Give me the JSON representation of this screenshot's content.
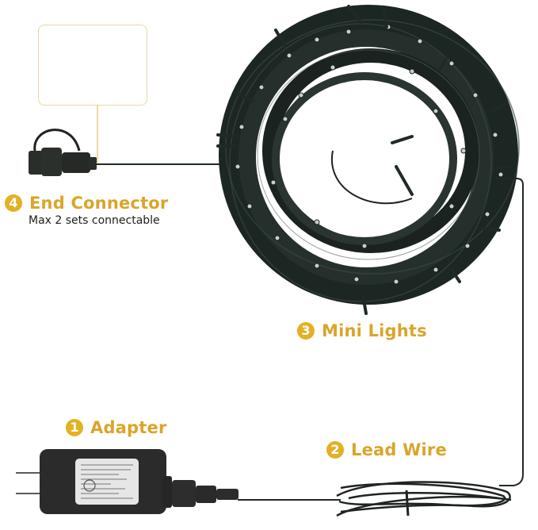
{
  "colors": {
    "accent": "#e3b123",
    "label_text": "#d9a52a",
    "caption_text": "#1d1d1d",
    "cable": "#1f2a27",
    "leader_line": "#e0c25a"
  },
  "parts": [
    {
      "number": "1",
      "title": "Adapter",
      "icon": "power-adapter"
    },
    {
      "number": "2",
      "title": "Lead Wire",
      "icon": "coiled-wire"
    },
    {
      "number": "3",
      "title": "Mini Lights",
      "icon": "light-string-coil"
    },
    {
      "number": "4",
      "title": "End Connector",
      "subtitle": "Max 2 sets connectable",
      "icon": "end-connector"
    }
  ]
}
